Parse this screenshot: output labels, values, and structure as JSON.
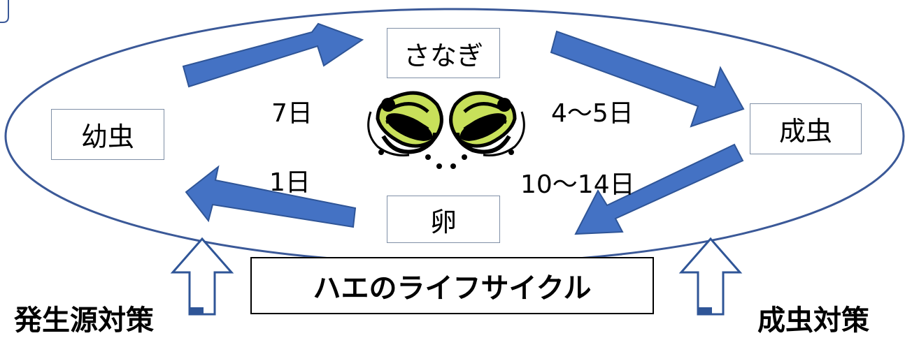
{
  "stages": {
    "pupa": "さなぎ",
    "larva": "幼虫",
    "adult": "成虫",
    "egg": "卵"
  },
  "durations": {
    "larva_to_pupa": "7日",
    "pupa_to_adult": "4～5日",
    "egg_to_larva": "1日",
    "adult_to_egg": "10～14日"
  },
  "title": "ハエのライフサイクル",
  "measures": {
    "source": "発生源対策",
    "adult": "成虫対策"
  },
  "colors": {
    "arrow_fill": "#4472c4",
    "arrow_stroke": "#2f5597",
    "ellipse_stroke": "#3b5998",
    "hollow_arrow_stroke": "#2f5597",
    "fly_fill": "#c8e05a",
    "fly_ink": "#000000"
  }
}
